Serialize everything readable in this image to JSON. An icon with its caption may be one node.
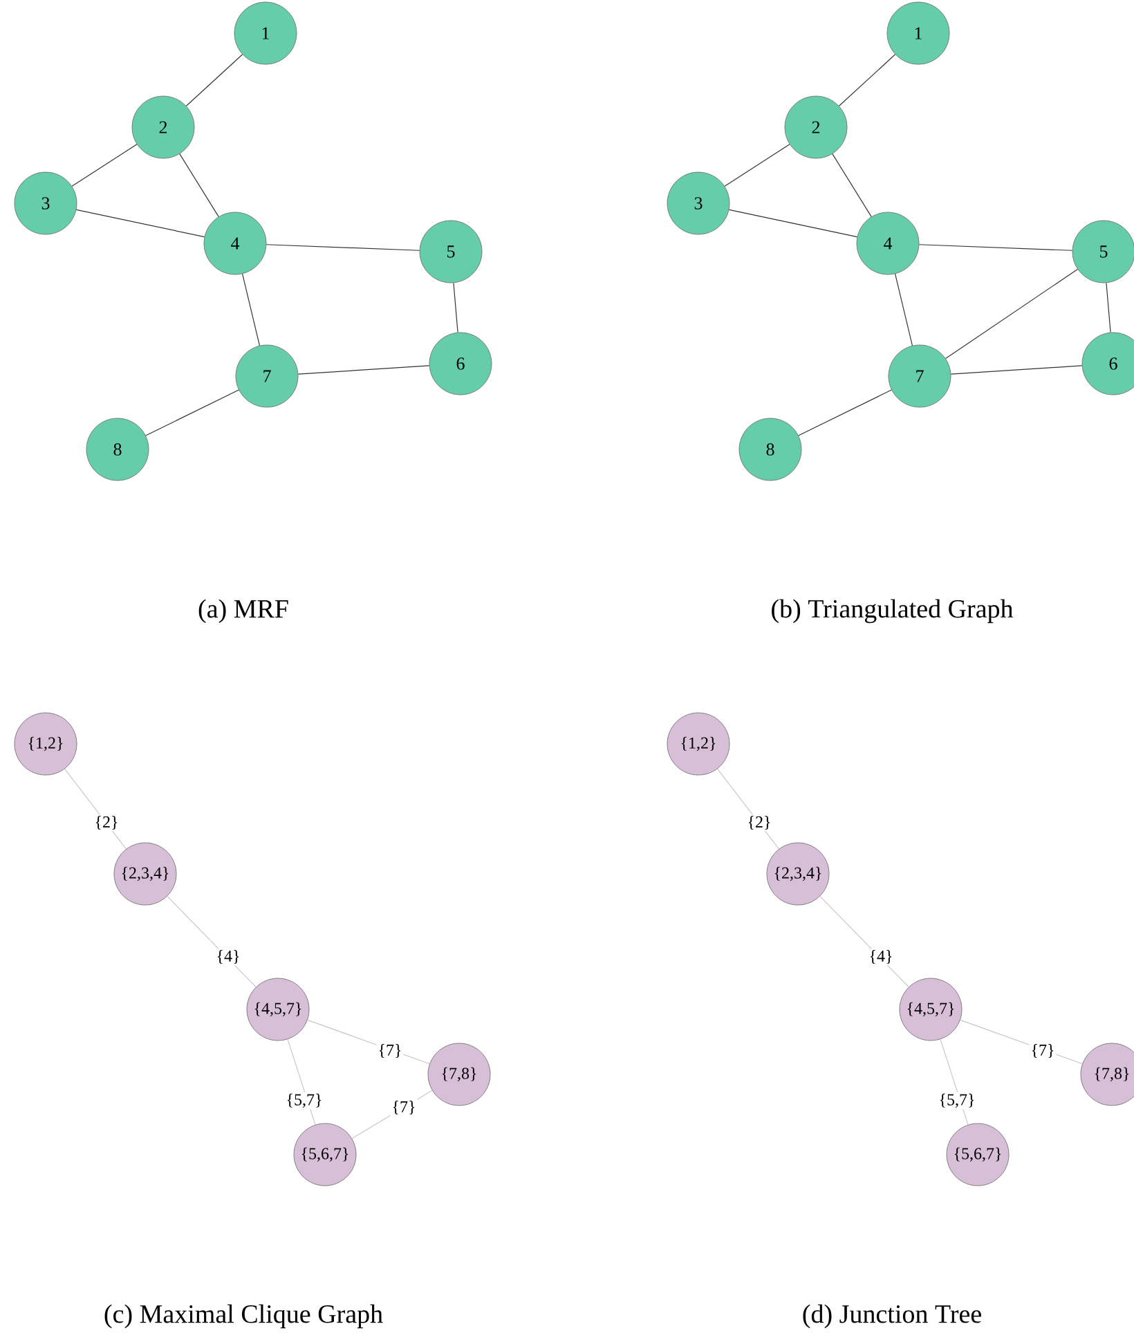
{
  "diagram": {
    "nodes": [
      {
        "text": [
          "1"
        ]
      },
      {
        "text": [
          "2"
        ]
      },
      {
        "text": [
          "3"
        ]
      },
      {
        "text": [
          "4"
        ]
      },
      {
        "text": [
          "5"
        ]
      },
      {
        "text": [
          "6"
        ]
      },
      {
        "text": [
          "7"
        ]
      },
      {
        "text": [
          "8"
        ]
      },
      {
        "text": [
          "1"
        ]
      },
      {
        "text": [
          "2"
        ]
      },
      {
        "text": [
          "3"
        ]
      },
      {
        "text": [
          "4"
        ]
      },
      {
        "text": [
          "5"
        ]
      },
      {
        "text": [
          "6"
        ]
      },
      {
        "text": [
          "7"
        ]
      },
      {
        "text": [
          "8"
        ]
      },
      {
        "text": [
          "{1,2}"
        ]
      },
      {
        "text": [
          "{2,3,4}"
        ]
      },
      {
        "text": [
          "{4,5,7}"
        ]
      },
      {
        "text": [
          "{7,8}"
        ]
      },
      {
        "text": [
          "{5,6,7}"
        ]
      },
      {
        "text": [
          "{1,2}"
        ]
      },
      {
        "text": [
          "{2,3,4}"
        ]
      },
      {
        "text": [
          "{4,5,7}"
        ]
      },
      {
        "text": [
          "{7,8}"
        ]
      },
      {
        "text": [
          "{5,6,7}"
        ]
      }
    ],
    "edges": [
      {
        "from": 0,
        "to": 1,
        "arrow": "none"
      },
      {
        "from": 1,
        "to": 2,
        "arrow": "none"
      },
      {
        "from": 1,
        "to": 3,
        "arrow": "none"
      },
      {
        "from": 2,
        "to": 3,
        "arrow": "none"
      },
      {
        "from": 3,
        "to": 4,
        "arrow": "none"
      },
      {
        "from": 3,
        "to": 6,
        "arrow": "none"
      },
      {
        "from": 4,
        "to": 5,
        "arrow": "none"
      },
      {
        "from": 6,
        "to": 5,
        "arrow": "none"
      },
      {
        "from": 6,
        "to": 7,
        "arrow": "none"
      },
      {
        "from": 8,
        "to": 9,
        "arrow": "none"
      },
      {
        "from": 9,
        "to": 10,
        "arrow": "none"
      },
      {
        "from": 9,
        "to": 11,
        "arrow": "none"
      },
      {
        "from": 10,
        "to": 11,
        "arrow": "none"
      },
      {
        "from": 11,
        "to": 12,
        "arrow": "none"
      },
      {
        "from": 11,
        "to": 14,
        "arrow": "none"
      },
      {
        "from": 12,
        "to": 13,
        "arrow": "none"
      },
      {
        "from": 14,
        "to": 12,
        "arrow": "none"
      },
      {
        "from": 14,
        "to": 13,
        "arrow": "none"
      },
      {
        "from": 14,
        "to": 15,
        "arrow": "none"
      },
      {
        "from": 16,
        "to": 17,
        "arrow": "none",
        "label": "{2}",
        "color": "#c8c8c8"
      },
      {
        "from": 17,
        "to": 18,
        "arrow": "none",
        "label": "{4}",
        "color": "#c8c8c8"
      },
      {
        "from": 18,
        "to": 19,
        "arrow": "none",
        "label": "{7}",
        "color": "#c8c8c8"
      },
      {
        "from": 18,
        "to": 20,
        "arrow": "none",
        "label": "{5,7}",
        "color": "#c8c8c8"
      },
      {
        "from": 20,
        "to": 19,
        "arrow": "none",
        "label": "{7}",
        "color": "#c8c8c8"
      },
      {
        "from": 21,
        "to": 22,
        "arrow": "none",
        "label": "{2}",
        "color": "#c8c8c8"
      },
      {
        "from": 22,
        "to": 23,
        "arrow": "none",
        "label": "{4}",
        "color": "#c8c8c8"
      },
      {
        "from": 23,
        "to": 24,
        "arrow": "none",
        "label": "{7}",
        "color": "#c8c8c8"
      },
      {
        "from": 23,
        "to": 25,
        "arrow": "none",
        "label": "{5,7}",
        "color": "#c8c8c8"
      }
    ],
    "labels": [
      "(a) MRF",
      "(b) Triangulated Graph",
      "(c) Maximal Clique Graph",
      "(d) Junction Tree"
    ]
  }
}
